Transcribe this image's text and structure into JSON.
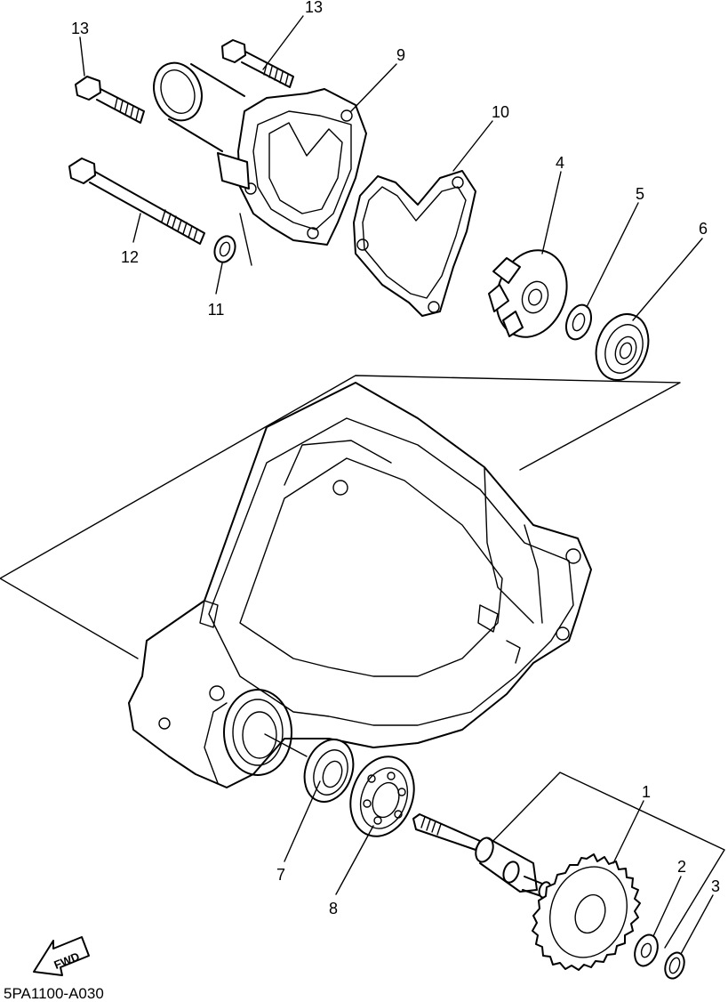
{
  "diagram": {
    "callouts": [
      {
        "id": "1",
        "text": "1"
      },
      {
        "id": "2",
        "text": "2"
      },
      {
        "id": "3",
        "text": "3"
      },
      {
        "id": "4",
        "text": "4"
      },
      {
        "id": "5",
        "text": "5"
      },
      {
        "id": "6",
        "text": "6"
      },
      {
        "id": "7",
        "text": "7"
      },
      {
        "id": "8",
        "text": "8"
      },
      {
        "id": "9",
        "text": "9"
      },
      {
        "id": "10",
        "text": "10"
      },
      {
        "id": "11",
        "text": "11"
      },
      {
        "id": "12",
        "text": "12"
      },
      {
        "id": "13a",
        "text": "13"
      },
      {
        "id": "13b",
        "text": "13"
      }
    ],
    "fwd_label": "FWD",
    "drawing_code": "5PA1100-A030"
  }
}
